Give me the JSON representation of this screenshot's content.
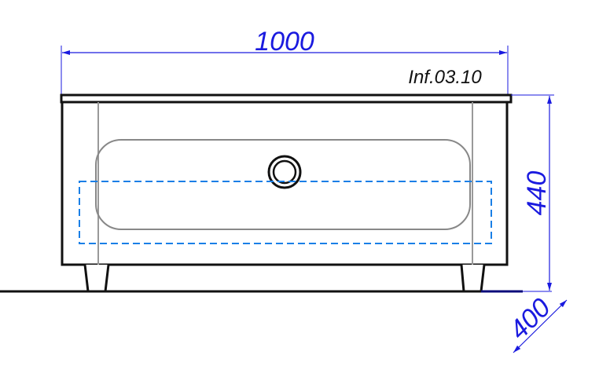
{
  "drawing": {
    "code": "Inf.03.10",
    "width_dim": "1000",
    "height_dim": "440",
    "depth_dim": "400",
    "colors": {
      "dimension": "#1a1adf",
      "led_strip": "#1a7fe6",
      "outline": "#111111"
    }
  }
}
